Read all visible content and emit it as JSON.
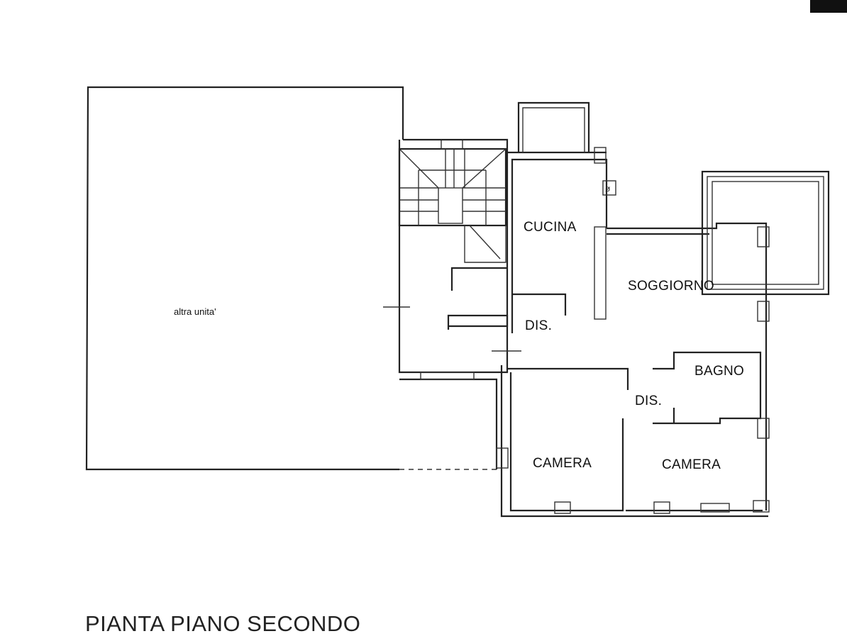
{
  "plan": {
    "title": "PIANTA PIANO SECONDO",
    "rooms": {
      "other_unit": "altra unita'",
      "kitchen": "CUCINA",
      "living": "SOGGIORNO",
      "hall_1": "DIS.",
      "bathroom": "BAGNO",
      "hall_2": "DIS.",
      "bedroom_1": "CAMERA",
      "bedroom_2": "CAMERA"
    }
  }
}
